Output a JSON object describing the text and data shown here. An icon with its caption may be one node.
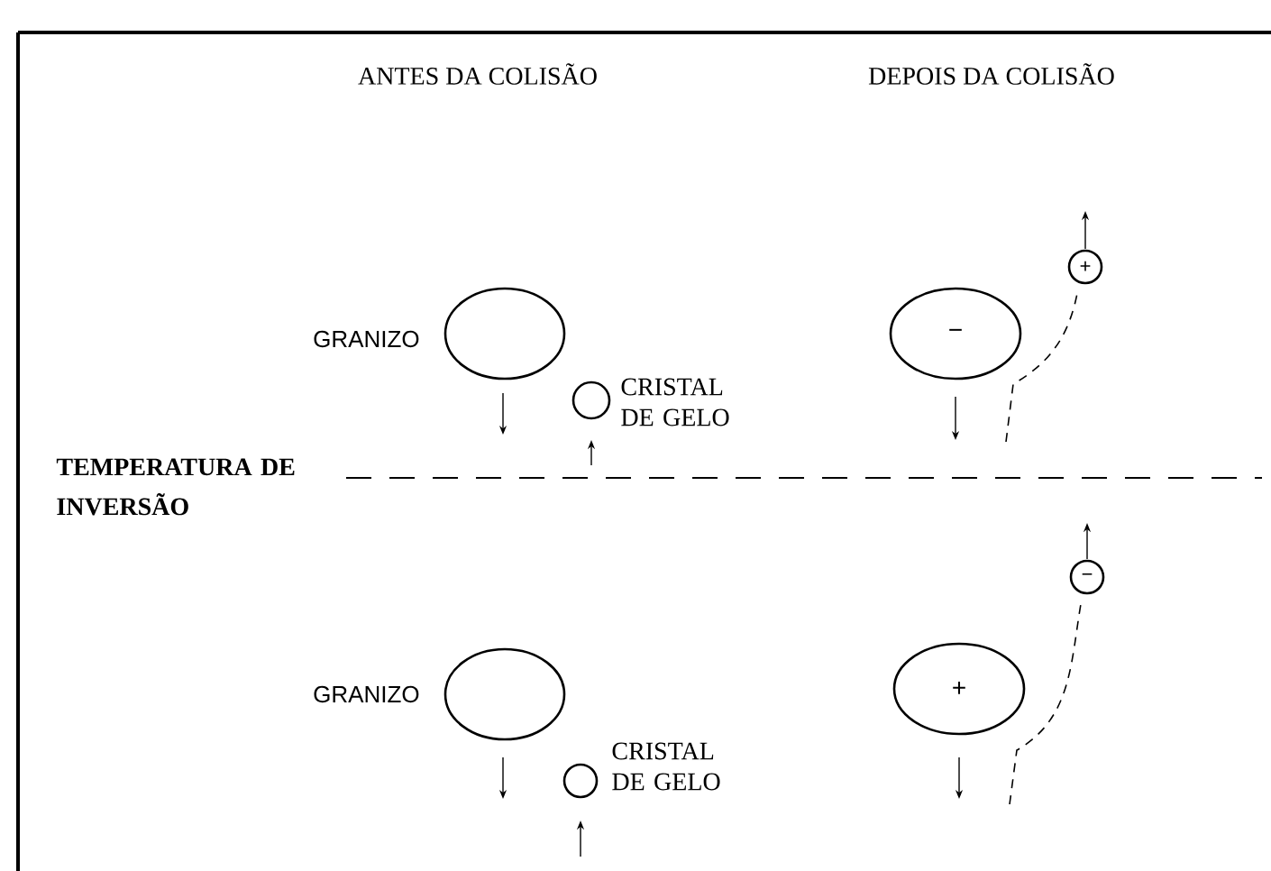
{
  "diagram": {
    "nodes": [
      {
        "text": [],
        "shape": "ellipse",
        "beside": [
          "GRANIZO"
        ]
      },
      {
        "text": [],
        "shape": "circle",
        "beside": [
          "CRISTAL DE GELO"
        ]
      },
      {
        "text": [
          "−"
        ]
      },
      {
        "text": [
          "+"
        ]
      },
      {
        "text": [],
        "shape": "ellipse",
        "beside": [
          "GRANIZO"
        ]
      },
      {
        "text": [],
        "shape": "circle",
        "beside": [
          "CRISTAL DE GELO"
        ]
      },
      {
        "text": [
          "+"
        ]
      },
      {
        "text": [
          "−"
        ]
      }
    ],
    "labels": [
      "ANTES DA COLISÃO",
      "DEPOIS DA COLISÃO",
      "TEMPERATURA DE INVERSÃO"
    ]
  }
}
